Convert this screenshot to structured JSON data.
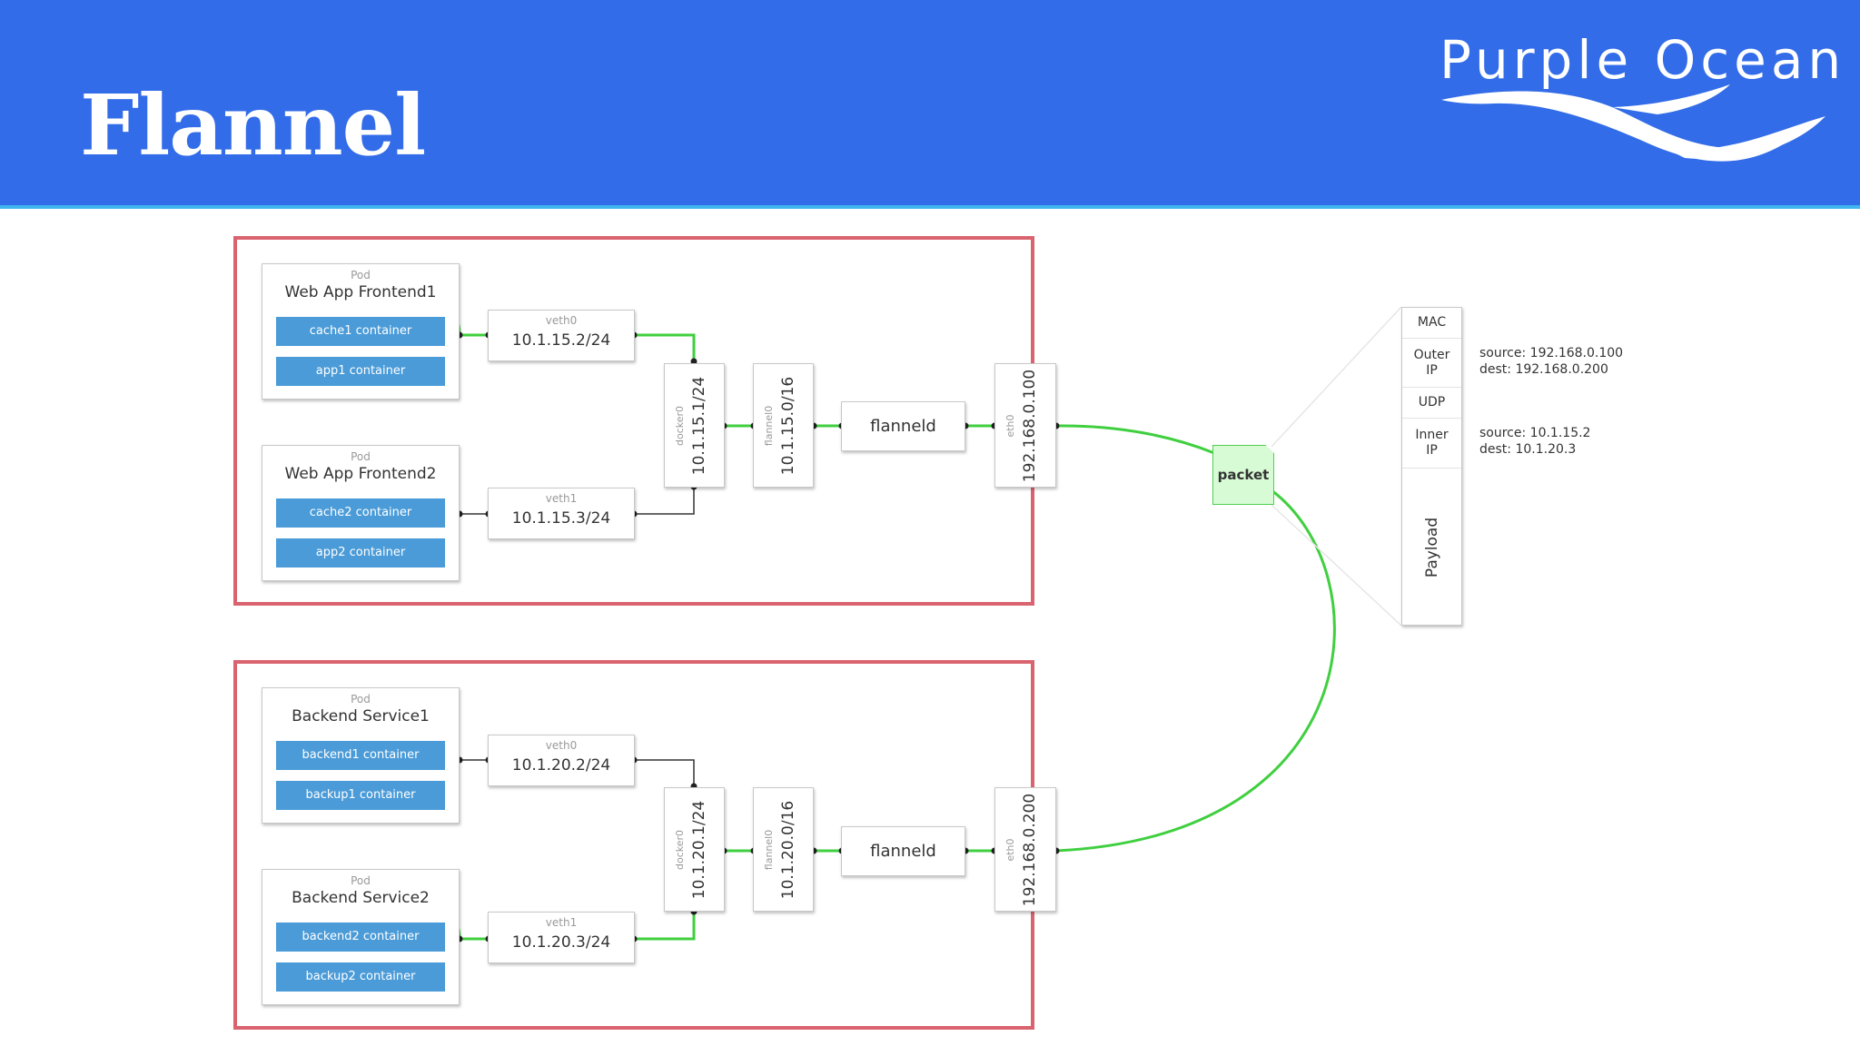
{
  "header": {
    "title": "Flannel",
    "brand": "Purple Ocean",
    "background": "#336ce8",
    "stripe": "#3fb6ef"
  },
  "colors": {
    "cluster_border": "#d9636f",
    "container_fill": "#4a9bd8",
    "link_active": "#3fcf3f",
    "link_idle": "#333333",
    "packet_fill": "#d7fbd4"
  },
  "hosts": [
    {
      "pods": [
        {
          "tag": "Pod",
          "name": "Web App Frontend1",
          "containers": [
            "cache1 container",
            "app1 container"
          ]
        },
        {
          "tag": "Pod",
          "name": "Web App Frontend2",
          "containers": [
            "cache2 container",
            "app2 container"
          ]
        }
      ],
      "veths": [
        {
          "tag": "veth0",
          "ip": "10.1.15.2/24"
        },
        {
          "tag": "veth1",
          "ip": "10.1.15.3/24"
        }
      ],
      "docker0": {
        "tag": "docker0",
        "ip": "10.1.15.1/24"
      },
      "flannel0": {
        "tag": "flannel0",
        "ip": "10.1.15.0/16"
      },
      "flanneld": "flanneld",
      "eth0": {
        "tag": "eth0",
        "ip": "192.168.0.100"
      }
    },
    {
      "pods": [
        {
          "tag": "Pod",
          "name": "Backend Service1",
          "containers": [
            "backend1 container",
            "backup1 container"
          ]
        },
        {
          "tag": "Pod",
          "name": "Backend Service2",
          "containers": [
            "backend2 container",
            "backup2 container"
          ]
        }
      ],
      "veths": [
        {
          "tag": "veth0",
          "ip": "10.1.20.2/24"
        },
        {
          "tag": "veth1",
          "ip": "10.1.20.3/24"
        }
      ],
      "docker0": {
        "tag": "docker0",
        "ip": "10.1.20.1/24"
      },
      "flannel0": {
        "tag": "flannel0",
        "ip": "10.1.20.0/16"
      },
      "flanneld": "flanneld",
      "eth0": {
        "tag": "eth0",
        "ip": "192.168.0.200"
      }
    }
  ],
  "packet": {
    "label": "packet",
    "layers": [
      "MAC",
      "Outer IP",
      "UDP",
      "Inner IP",
      "Payload"
    ],
    "outer": {
      "source": "source: 192.168.0.100",
      "dest": "dest: 192.168.0.200"
    },
    "inner": {
      "source": "source: 10.1.15.2",
      "dest": "dest: 10.1.20.3"
    }
  }
}
